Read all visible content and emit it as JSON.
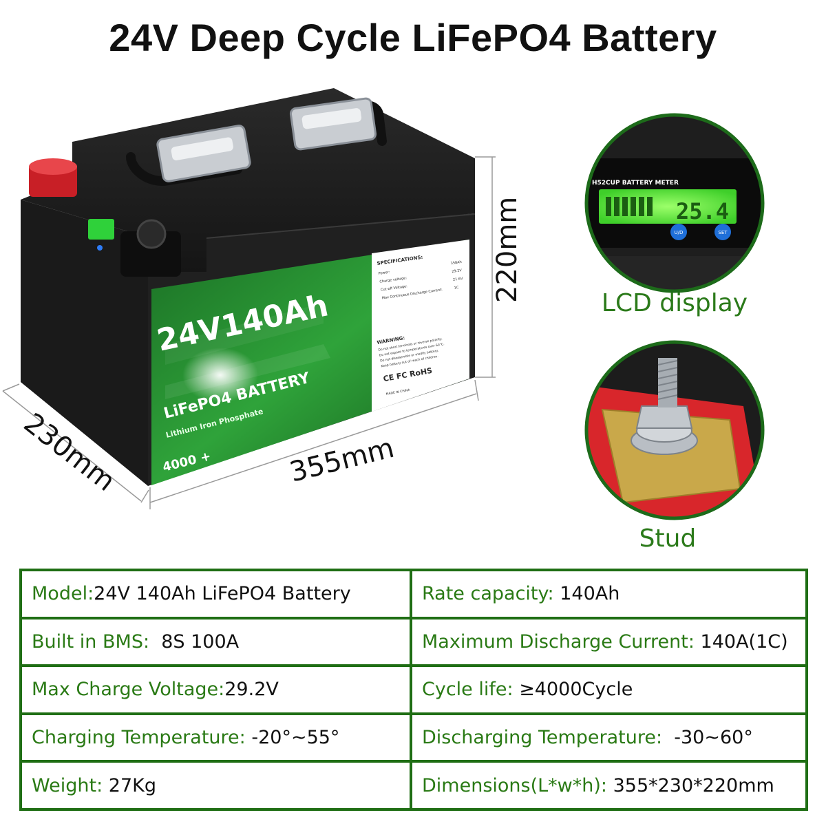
{
  "title": "24V Deep Cycle LiFePO4 Battery",
  "battery_label": {
    "voltage_capacity": "24V140Ah",
    "chemistry": "LiFePO4 BATTERY",
    "subtitle": "Lithium Iron Phosphate",
    "cycles": "4000 +",
    "specs_heading": "SPECIFICATIONS:",
    "spec_lines": [
      {
        "label": "Power:",
        "value": "358Ah"
      },
      {
        "label": "Charge voltage:",
        "value": "29.2V"
      },
      {
        "label": "Cut-off Voltage:",
        "value": "21.6V"
      },
      {
        "label": "Max Continuous Discharge Current:",
        "value": "1C"
      }
    ],
    "warning_heading": "WARNING:",
    "warning_lines": [
      "Do not short terminals or reverse polarity.",
      "Do not expose to temperatures over 60°C.",
      "Do not disassemble or modify battery.",
      "Keep battery out of reach of children."
    ],
    "certifications": "CE FC RoHS",
    "origin": "MADE IN CHINA"
  },
  "dimensions": {
    "height": "220mm",
    "length": "355mm",
    "width": "230mm"
  },
  "callouts": {
    "lcd": {
      "caption": "LCD display",
      "meter_brand": "H52CUP  BATTERY METER",
      "reading": "25.4",
      "button_1": "U/D",
      "button_2": "SET"
    },
    "stud": {
      "caption": "Stud"
    }
  },
  "specs": [
    [
      {
        "label": "Model:",
        "value": "24V 140Ah LiFePO4 Battery"
      },
      {
        "label": "Rate capacity:",
        "value": "140Ah"
      }
    ],
    [
      {
        "label": "Built in BMS:",
        "value": "8S 100A"
      },
      {
        "label": "Maximum Discharge Current:",
        "value": "140A(1C)"
      }
    ],
    [
      {
        "label": "Max Charge Voltage:",
        "value": "29.2V"
      },
      {
        "label": "Cycle life:",
        "value": "≥4000Cycle"
      }
    ],
    [
      {
        "label": "Charging Temperature:",
        "value": "-20°~55°"
      },
      {
        "label": "Discharging Temperature:",
        "value": "-30~60°"
      }
    ],
    [
      {
        "label": "Weight:",
        "value": "27Kg"
      },
      {
        "label": "Dimensions(L*w*h):",
        "value": "355*230*220mm"
      }
    ]
  ],
  "colors": {
    "label_green": "#1f8a2a",
    "table_border": "#1f6e14",
    "spec_key_text": "#2a7a15",
    "positive_terminal": "#d8262b",
    "case_black": "#1c1c1c"
  }
}
